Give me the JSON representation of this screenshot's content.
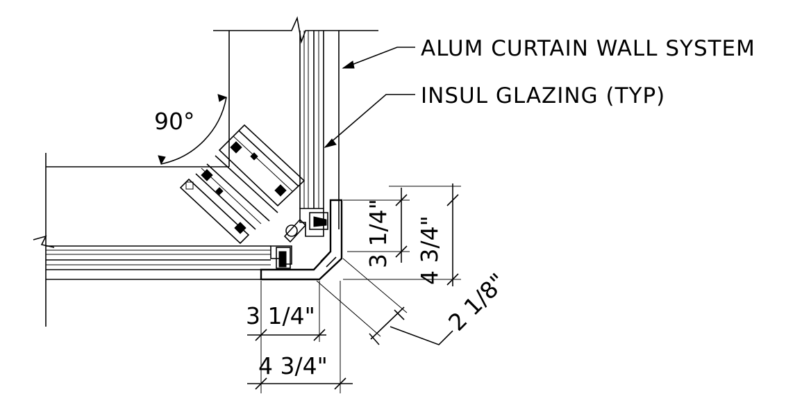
{
  "labels": {
    "curtain_wall": "ALUM CURTAIN WALL SYSTEM",
    "glazing": "INSUL GLAZING (TYP)",
    "angle": "90°"
  },
  "dimensions": {
    "vertical_inner": "3 1/4\"",
    "vertical_outer": "4 3/4\"",
    "horizontal_inner": "3 1/4\"",
    "horizontal_outer": "4 3/4\"",
    "diagonal": "2 1/8\""
  }
}
